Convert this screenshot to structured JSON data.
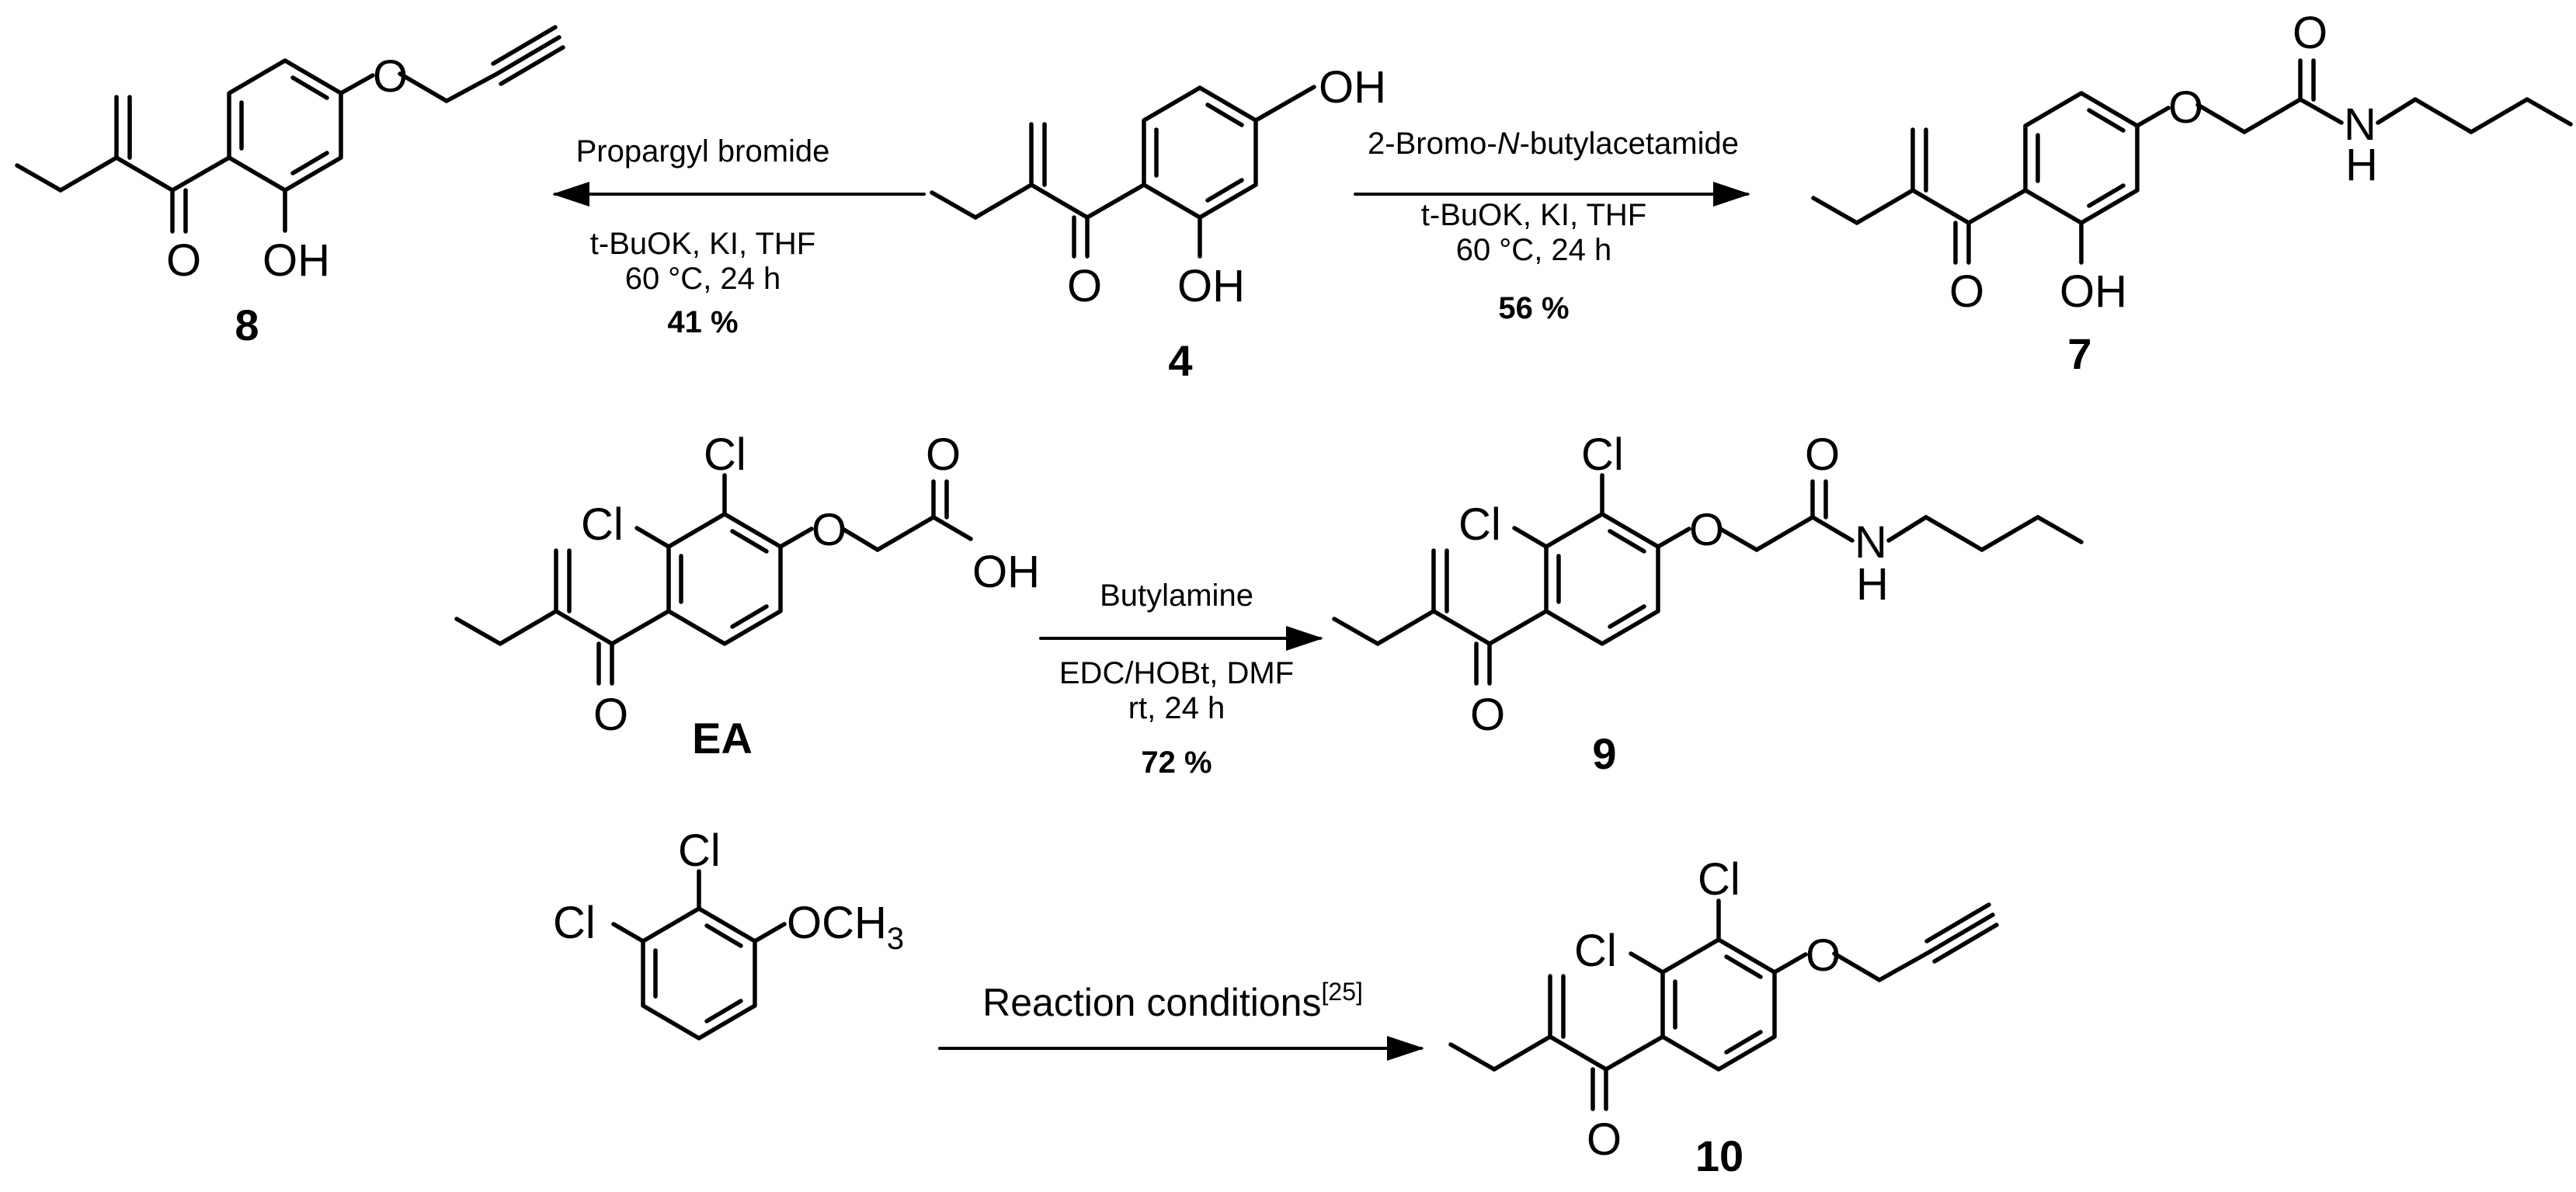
{
  "colors": {
    "ink": "#000000",
    "background": "#ffffff"
  },
  "compounds": {
    "c8": {
      "label": "8"
    },
    "c4": {
      "label": "4"
    },
    "c7": {
      "label": "7"
    },
    "cEA": {
      "label": "EA"
    },
    "c9": {
      "label": "9"
    },
    "c10": {
      "label": "10"
    }
  },
  "atoms": {
    "O": "O",
    "OH": "OH",
    "H": "H",
    "N": "N",
    "Cl": "Cl",
    "OCH": "OCH",
    "three": "3"
  },
  "reactions": {
    "r1": {
      "reagent": "Propargyl bromide",
      "conditions": [
        "t-BuOK, KI, THF",
        "60 °C, 24 h"
      ],
      "yield": "41 %"
    },
    "r2": {
      "reagent_prefix": "2-Bromo-",
      "reagent_italic": "N",
      "reagent_suffix": "-butylacetamide",
      "conditions": [
        "t-BuOK, KI, THF",
        "60 °C, 24 h"
      ],
      "yield": "56 %"
    },
    "r3": {
      "reagent": "Butylamine",
      "conditions": [
        "EDC/HOBt, DMF",
        "rt, 24 h"
      ],
      "yield": "72 %"
    },
    "r4": {
      "reagent": "Reaction conditions",
      "ref": "[25]"
    }
  }
}
